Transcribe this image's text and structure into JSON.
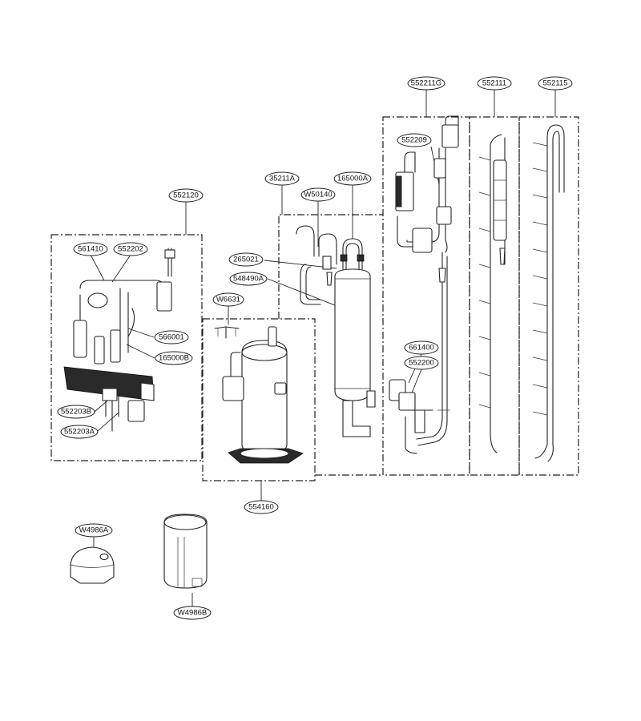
{
  "callouts": [
    {
      "id": "552211G",
      "label": "552211G"
    },
    {
      "id": "552111",
      "label": "552111"
    },
    {
      "id": "552115",
      "label": "552115"
    },
    {
      "id": "552209",
      "label": "552209"
    },
    {
      "id": "35211A",
      "label": "35211A"
    },
    {
      "id": "165000A",
      "label": "165000A"
    },
    {
      "id": "W50140",
      "label": "W50140"
    },
    {
      "id": "552120",
      "label": "552120"
    },
    {
      "id": "561410",
      "label": "561410"
    },
    {
      "id": "552202",
      "label": "552202"
    },
    {
      "id": "265021",
      "label": "265021"
    },
    {
      "id": "548490A",
      "label": "548490A"
    },
    {
      "id": "W6631",
      "label": "W6631"
    },
    {
      "id": "566001",
      "label": "566001"
    },
    {
      "id": "165000B",
      "label": "165000B"
    },
    {
      "id": "661400",
      "label": "661400"
    },
    {
      "id": "552200",
      "label": "552200"
    },
    {
      "id": "552203B",
      "label": "552203B"
    },
    {
      "id": "552203A",
      "label": "552203A"
    },
    {
      "id": "554160",
      "label": "554160"
    },
    {
      "id": "W4986A",
      "label": "W4986A"
    },
    {
      "id": "W4986B",
      "label": "W4986B"
    }
  ]
}
